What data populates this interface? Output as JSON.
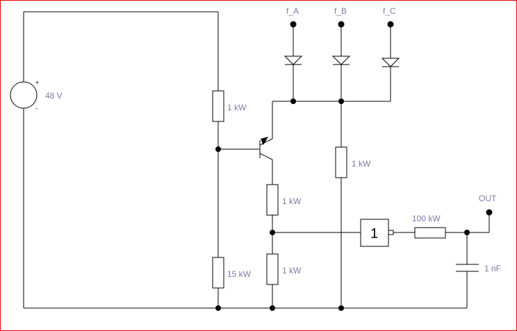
{
  "terminals": {
    "f_a": "f_A",
    "f_b": "f_B",
    "f_c": "f_C",
    "out": "OUT"
  },
  "source": {
    "value": "48 V",
    "plus": "+",
    "minus": "-"
  },
  "resistors": {
    "r_top_divider": "1 kW",
    "r_bottom_divider": "15 kW",
    "r_emitter_upper": "1 kW",
    "r_emitter_lower": "1 kW",
    "r_pullup": "1 kW",
    "r_series": "100 kW"
  },
  "capacitor": {
    "value": "1 nF"
  },
  "gate": {
    "label": "1"
  },
  "colors": {
    "label": "#7b7ba8",
    "frame": "#e00000",
    "wire": "#000000"
  }
}
